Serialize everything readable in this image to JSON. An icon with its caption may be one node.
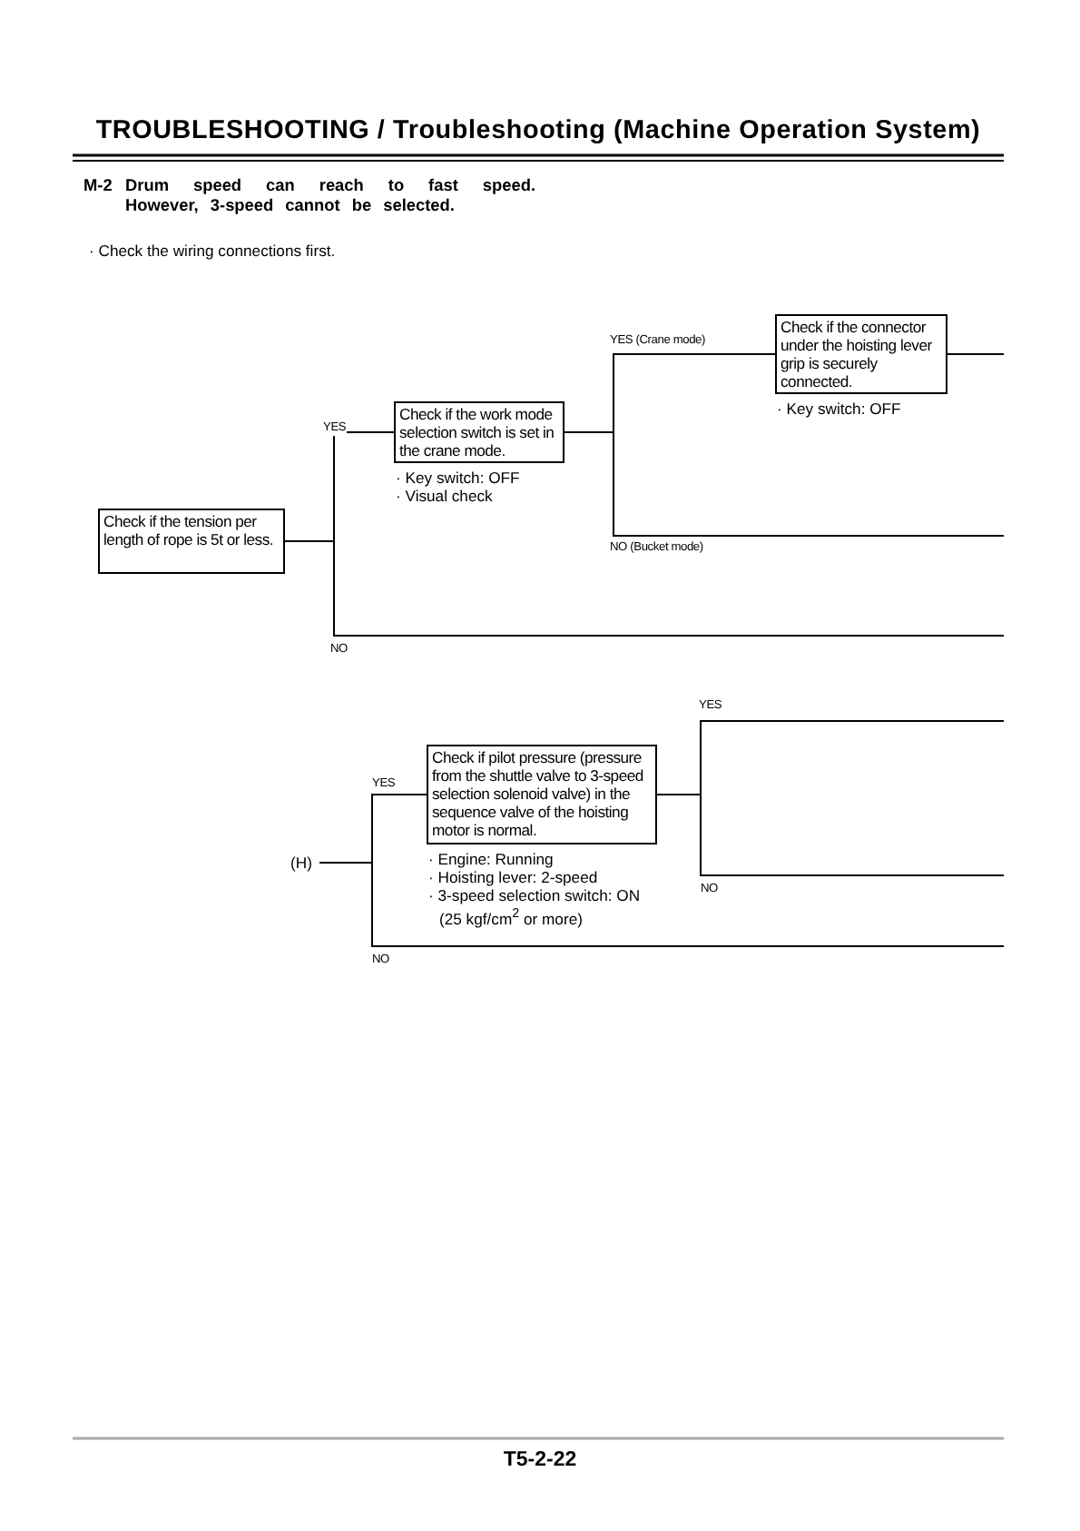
{
  "diagram": {
    "title": "TROUBLESHOOTING / Troubleshooting (Machine Operation System)",
    "nodes": [
      {
        "text": [
          "Check if the tension per length of rope is 5t or less."
        ]
      },
      {
        "text": [
          "Check if the work mode selection switch is set in the crane mode."
        ],
        "beside": [
          "· Key switch: OFF",
          "· Visual check"
        ]
      },
      {
        "text": [
          "Check if the connector under the hoisting lever grip is securely connected."
        ],
        "beside": [
          "· Key switch: OFF"
        ]
      },
      {
        "text": [
          "(H)"
        ]
      },
      {
        "text": [
          "Check if pilot pressure (pressure from the shuttle valve to 3-speed selection solenoid valve) in the sequence valve of the hoisting motor is normal."
        ],
        "beside": [
          "· Engine: Running",
          "· Hoisting lever: 2-speed",
          "· 3-speed selection switch: ON (25 kgf/cm$^{2}$ or more)"
        ]
      }
    ],
    "edges": [
      {
        "from": 0,
        "to": 1,
        "arrow": "none",
        "label": "YES"
      },
      {
        "from": 0,
        "to": null,
        "arrow": "none",
        "label": "NO"
      },
      {
        "from": 1,
        "to": 2,
        "arrow": "none",
        "label": "YES (Crane mode)"
      },
      {
        "from": 1,
        "to": null,
        "arrow": "none",
        "label": "NO (Bucket mode)"
      },
      {
        "from": 2,
        "to": null,
        "arrow": "none"
      },
      {
        "from": 3,
        "to": 4,
        "arrow": "none",
        "label": "YES"
      },
      {
        "from": 3,
        "to": null,
        "arrow": "none",
        "label": "NO"
      },
      {
        "from": 4,
        "to": null,
        "arrow": "none",
        "label": "YES"
      },
      {
        "from": 4,
        "to": null,
        "arrow": "none",
        "label": "NO"
      }
    ],
    "labels": [
      "M-2",
      "Drum speed can reach to fast speed. However, 3-speed cannot be selected.",
      "· Check the wiring connections first.",
      "T5-2-22"
    ]
  }
}
